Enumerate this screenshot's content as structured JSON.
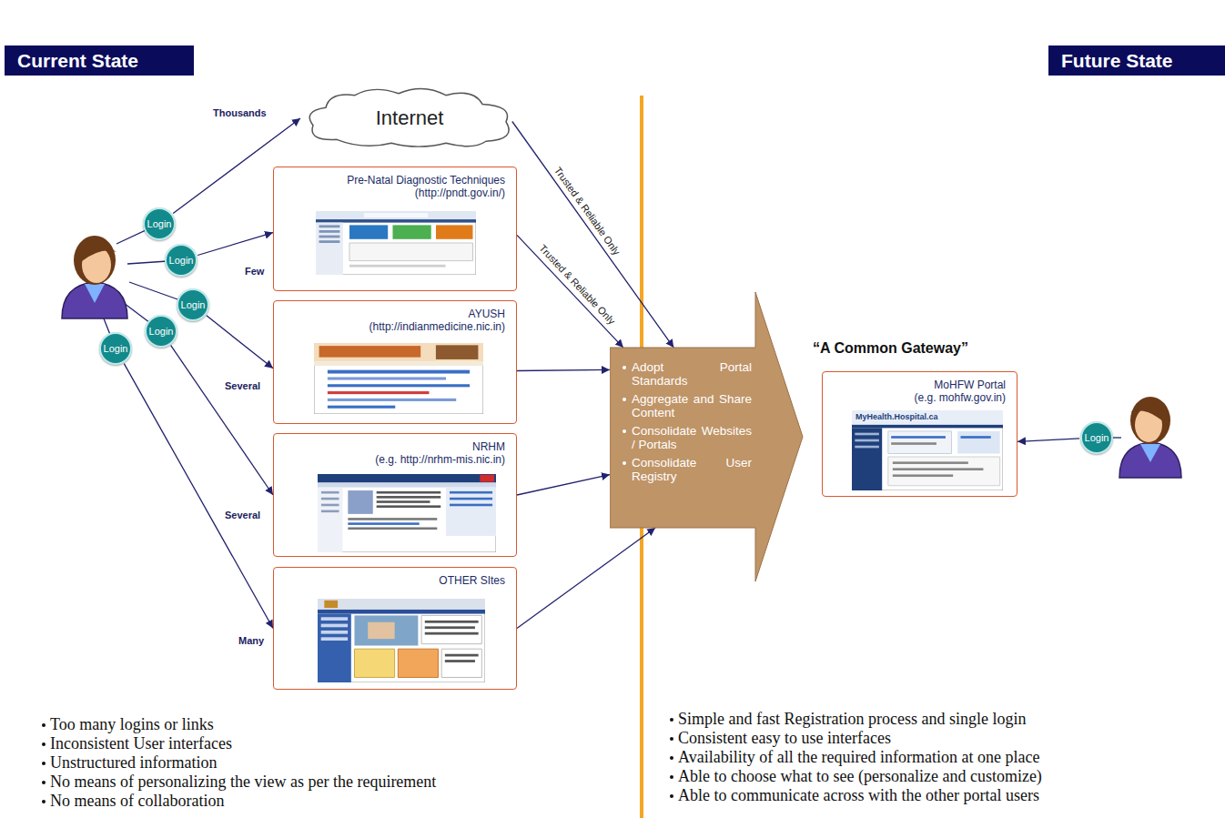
{
  "diagram": {
    "nodes": [
      {
        "text": [
          "Current State"
        ]
      },
      {
        "text": [
          "Future State"
        ]
      },
      {
        "text": [
          "Internet"
        ]
      },
      {
        "text": [
          "Pre-Natal Diagnostic Techniques",
          "(http://pndt.gov.in/)"
        ]
      },
      {
        "text": [
          "AYUSH",
          "(http://indianmedicine.nic.in)"
        ]
      },
      {
        "text": [
          "NRHM",
          "(e.g. http://nrhm-mis.nic.in)"
        ]
      },
      {
        "text": [
          "OTHER SItes"
        ]
      },
      {
        "text": [
          "Login"
        ]
      },
      {
        "text": [
          "Login"
        ]
      },
      {
        "text": [
          "Login"
        ]
      },
      {
        "text": [
          "Login"
        ]
      },
      {
        "text": [
          "Login"
        ]
      },
      {
        "text": [
          "Adopt Portal Standards",
          "Aggregate and Share Content",
          "Consolidate Websites / Portals",
          "Consolidate User Registry"
        ]
      },
      {
        "text": [
          "MoHFW Portal",
          "(e.g. mohfw.gov.in)"
        ]
      },
      {
        "text": [
          "Login"
        ]
      }
    ],
    "edges": [
      {
        "from": 7,
        "to": 2,
        "arrow": "to",
        "label": "Thousands"
      },
      {
        "from": 8,
        "to": 3,
        "arrow": "to",
        "label": "Few"
      },
      {
        "from": 9,
        "to": 4,
        "arrow": "to",
        "label": "Several"
      },
      {
        "from": 10,
        "to": 5,
        "arrow": "to",
        "label": "Several"
      },
      {
        "from": 11,
        "to": 6,
        "arrow": "to",
        "label": "Many"
      },
      {
        "from": 2,
        "to": 12,
        "arrow": "to",
        "label": "Trusted & Reliable Only"
      },
      {
        "from": 3,
        "to": 12,
        "arrow": "to",
        "label": "Trusted & Reliable Only"
      },
      {
        "from": 4,
        "to": 12,
        "arrow": "to"
      },
      {
        "from": 5,
        "to": 12,
        "arrow": "to"
      },
      {
        "from": 6,
        "to": 12,
        "arrow": "to"
      },
      {
        "from": 14,
        "to": 13,
        "arrow": "to"
      }
    ],
    "labels": [
      "“A Common Gateway”",
      "MyHealth.Hospital.ca",
      "Too many logins or links",
      "Inconsistent User interfaces",
      "Unstructured information",
      "No means of personalizing the view as per the requirement",
      "No means of collaboration",
      "Simple and fast Registration process and single login",
      "Consistent easy to use interfaces",
      "Availability of all the required information at one place",
      "Able to choose what to see (personalize and customize)",
      "Able to communicate across with the other portal users"
    ]
  }
}
